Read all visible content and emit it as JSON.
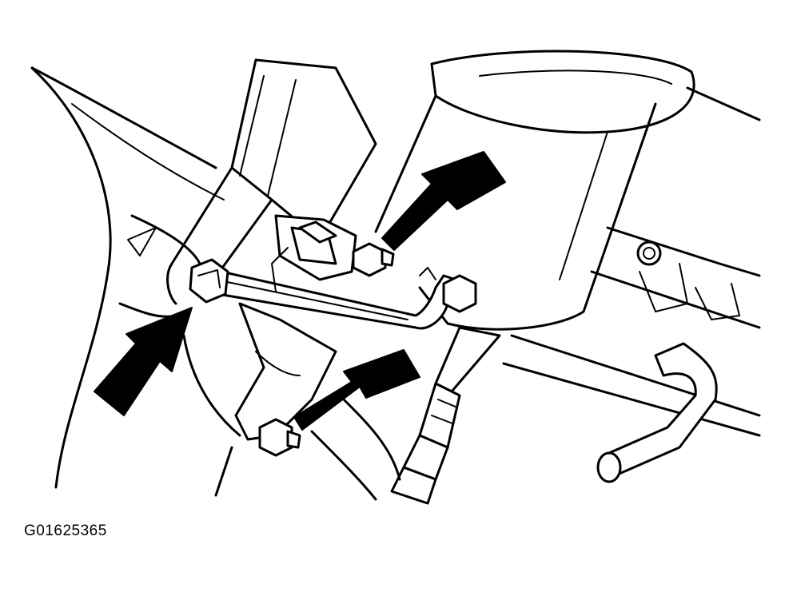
{
  "figure": {
    "caption": "G01625365",
    "callouts": [
      {
        "name": "upper-right-fastener",
        "marker": "arrow"
      },
      {
        "name": "lower-left-fastener",
        "marker": "arrow"
      },
      {
        "name": "lower-right-fastener",
        "marker": "arrow"
      }
    ],
    "colors": {
      "line": "#000000",
      "background": "#ffffff"
    }
  }
}
